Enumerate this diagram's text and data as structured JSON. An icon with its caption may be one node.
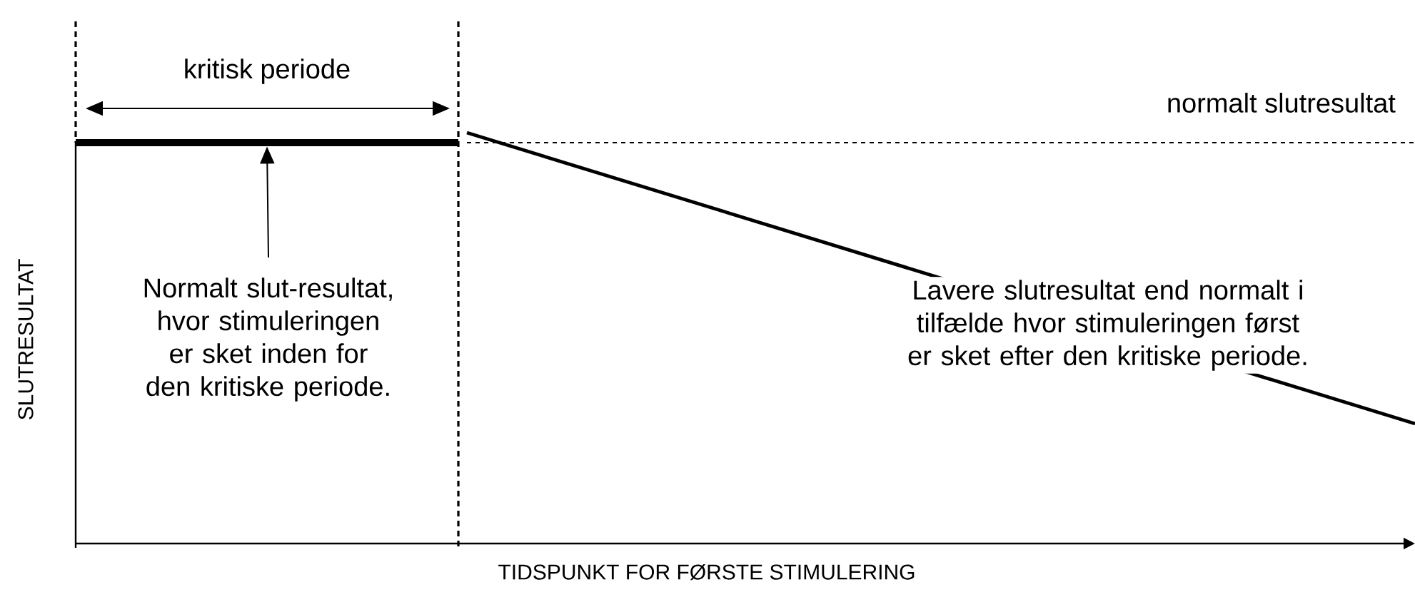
{
  "diagram": {
    "nodes": [
      {
        "text": [
          "Normalt slut-resultat, hvor stimuleringen er sket inden for den kritiske periode."
        ]
      },
      {
        "text": [],
        "shape": "bar"
      }
    ],
    "edges": [
      {
        "from": 0,
        "to": 1,
        "arrow": "to"
      }
    ],
    "labels": [
      "kritisk periode",
      "normalt slutresultat",
      "Lavere slutresultat end normalt i tilfælde hvor stimuleringen først er sket efter den kritiske periode.",
      "SLUTRESULTAT",
      "TIDSPUNKT FOR FØRSTE STIMULERING"
    ]
  }
}
